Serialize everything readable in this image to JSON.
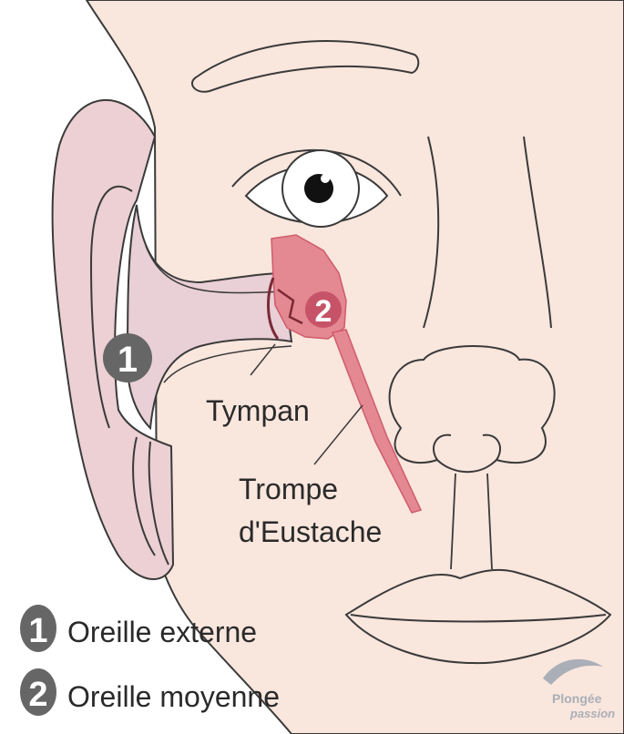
{
  "labels": {
    "tympan": "Tympan",
    "trompe_line1": "Trompe",
    "trompe_line2": "d'Eustache"
  },
  "legend": [
    {
      "number": "1",
      "text": "Oreille externe"
    },
    {
      "number": "2",
      "text": "Oreille moyenne"
    }
  ],
  "markers": {
    "outer_ear": "1",
    "middle_ear": "2"
  },
  "logo": {
    "line1": "Plongée",
    "line2": "passion"
  },
  "colors": {
    "skin": "#f9e6dd",
    "ear": "#ecd0d3",
    "canal": "#e9cfd6",
    "middle_ear": "#e48891",
    "middle_ear_dark": "#cf5c6b",
    "badge": "#666666",
    "outline": "#3a3a3a"
  }
}
